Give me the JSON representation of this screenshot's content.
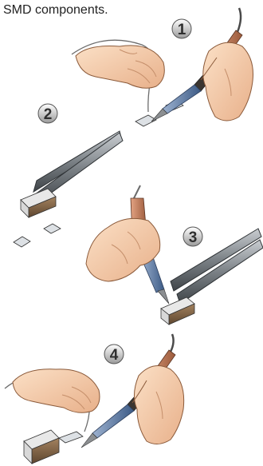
{
  "title": "SMD components.",
  "steps": [
    {
      "number": "1"
    },
    {
      "number": "2"
    },
    {
      "number": "3"
    },
    {
      "number": "4"
    }
  ],
  "colors": {
    "skin": "#f6cfae",
    "skin_shadow": "#e1aa83",
    "iron_grip": "#4a3d33",
    "iron_sleeve": "#c98361",
    "iron_barrel": "#5a79a6",
    "tweezer_steel": "#7d8388",
    "component_body": "#86684a",
    "pad": "#d7dbe0"
  }
}
